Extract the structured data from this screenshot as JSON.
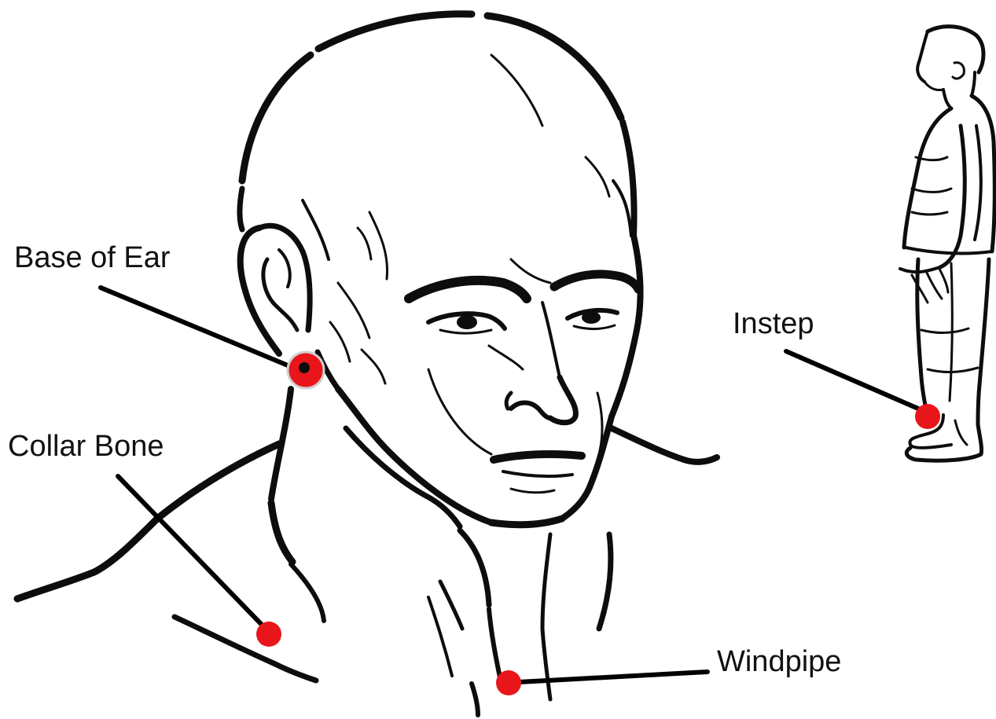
{
  "labels": {
    "base_of_ear": "Base of Ear",
    "collar_bone": "Collar Bone",
    "instep": "Instep",
    "windpipe": "Windpipe"
  },
  "colors": {
    "marker": "#e8151a",
    "ink": "#0d0d0d",
    "background": "#ffffff"
  }
}
